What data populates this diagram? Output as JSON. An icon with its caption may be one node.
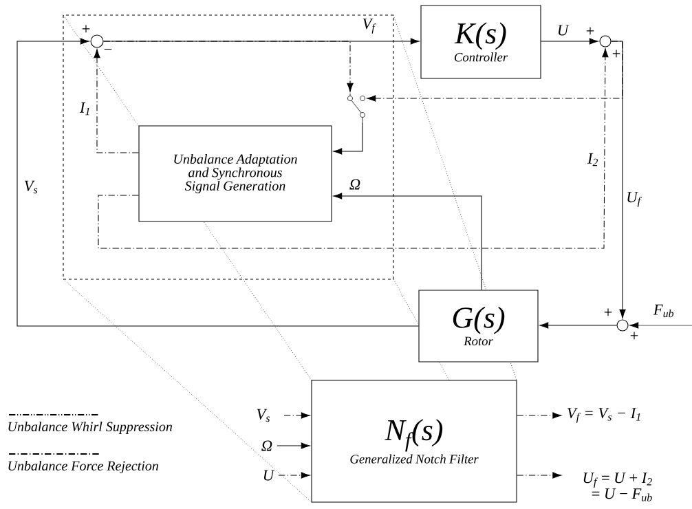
{
  "diagram": {
    "nodes": [
      {
        "text": [],
        "shape": "box"
      },
      {
        "text": [],
        "shape": "circle",
        "in": 0,
        "beside": [
          "+",
          "−"
        ]
      },
      {
        "text": [
          "K(s)",
          "Controller"
        ]
      },
      {
        "text": [],
        "shape": "circle",
        "beside": [
          "+",
          "+"
        ]
      },
      {
        "text": [],
        "shape": "switch",
        "in": 0
      },
      {
        "text": [
          "Unbalance Adaptation and Synchronous Signal Generation"
        ],
        "in": 0
      },
      {
        "text": [
          "G(s)",
          "Rotor"
        ]
      },
      {
        "text": [],
        "shape": "circle",
        "beside": [
          "+",
          "+"
        ]
      },
      {
        "text": [
          "N$_{f}$(s)",
          "Generalized Notch Filter"
        ]
      }
    ],
    "edges": [
      {
        "from": 6,
        "to": 1,
        "arrow": "to",
        "label": "V$_{s}$"
      },
      {
        "from": 1,
        "to": 2,
        "arrow": "to",
        "label": "V$_{f}$"
      },
      {
        "from": 2,
        "to": 3,
        "arrow": "to",
        "label": "U"
      },
      {
        "from": 3,
        "to": 7,
        "arrow": "to",
        "label": "U$_{f}$"
      },
      {
        "from": 7,
        "to": 6,
        "arrow": "to"
      },
      {
        "from": null,
        "to": 7,
        "arrow": "to",
        "label": "F$_{ub}$"
      },
      {
        "from": 6,
        "to": 5,
        "arrow": "to",
        "label": "Ω"
      },
      {
        "from": 5,
        "to": 1,
        "arrow": "to",
        "label": "I$_{1}$",
        "style": "dashed"
      },
      {
        "from": 5,
        "to": 3,
        "arrow": "to",
        "label": "I$_{2}$",
        "style": "dashed"
      },
      {
        "from": 1,
        "to": 4,
        "arrow": "to",
        "style": "dashed"
      },
      {
        "from": 3,
        "to": 4,
        "arrow": "to",
        "style": "dashed"
      },
      {
        "from": 4,
        "to": 5,
        "arrow": "to"
      },
      {
        "from": null,
        "to": 8,
        "arrow": "to",
        "label": "V$_{s}$",
        "style": "dashed"
      },
      {
        "from": null,
        "to": 8,
        "arrow": "to",
        "label": "Ω"
      },
      {
        "from": null,
        "to": 8,
        "arrow": "to",
        "label": "U",
        "style": "dashed"
      },
      {
        "from": 8,
        "to": null,
        "arrow": "to",
        "label": "V$_{f}$ = V$_{s}$ − I$_{1}$",
        "style": "dashed"
      },
      {
        "from": 8,
        "to": null,
        "arrow": "to",
        "label": "U$_{f}$ = U + I$_{2}$ = U − F$_{ub}$",
        "style": "dashed"
      }
    ],
    "legend": [
      {
        "text": "Unbalance Whirl Suppression"
      },
      {
        "text": "Unbalance Force Rejection"
      }
    ]
  }
}
